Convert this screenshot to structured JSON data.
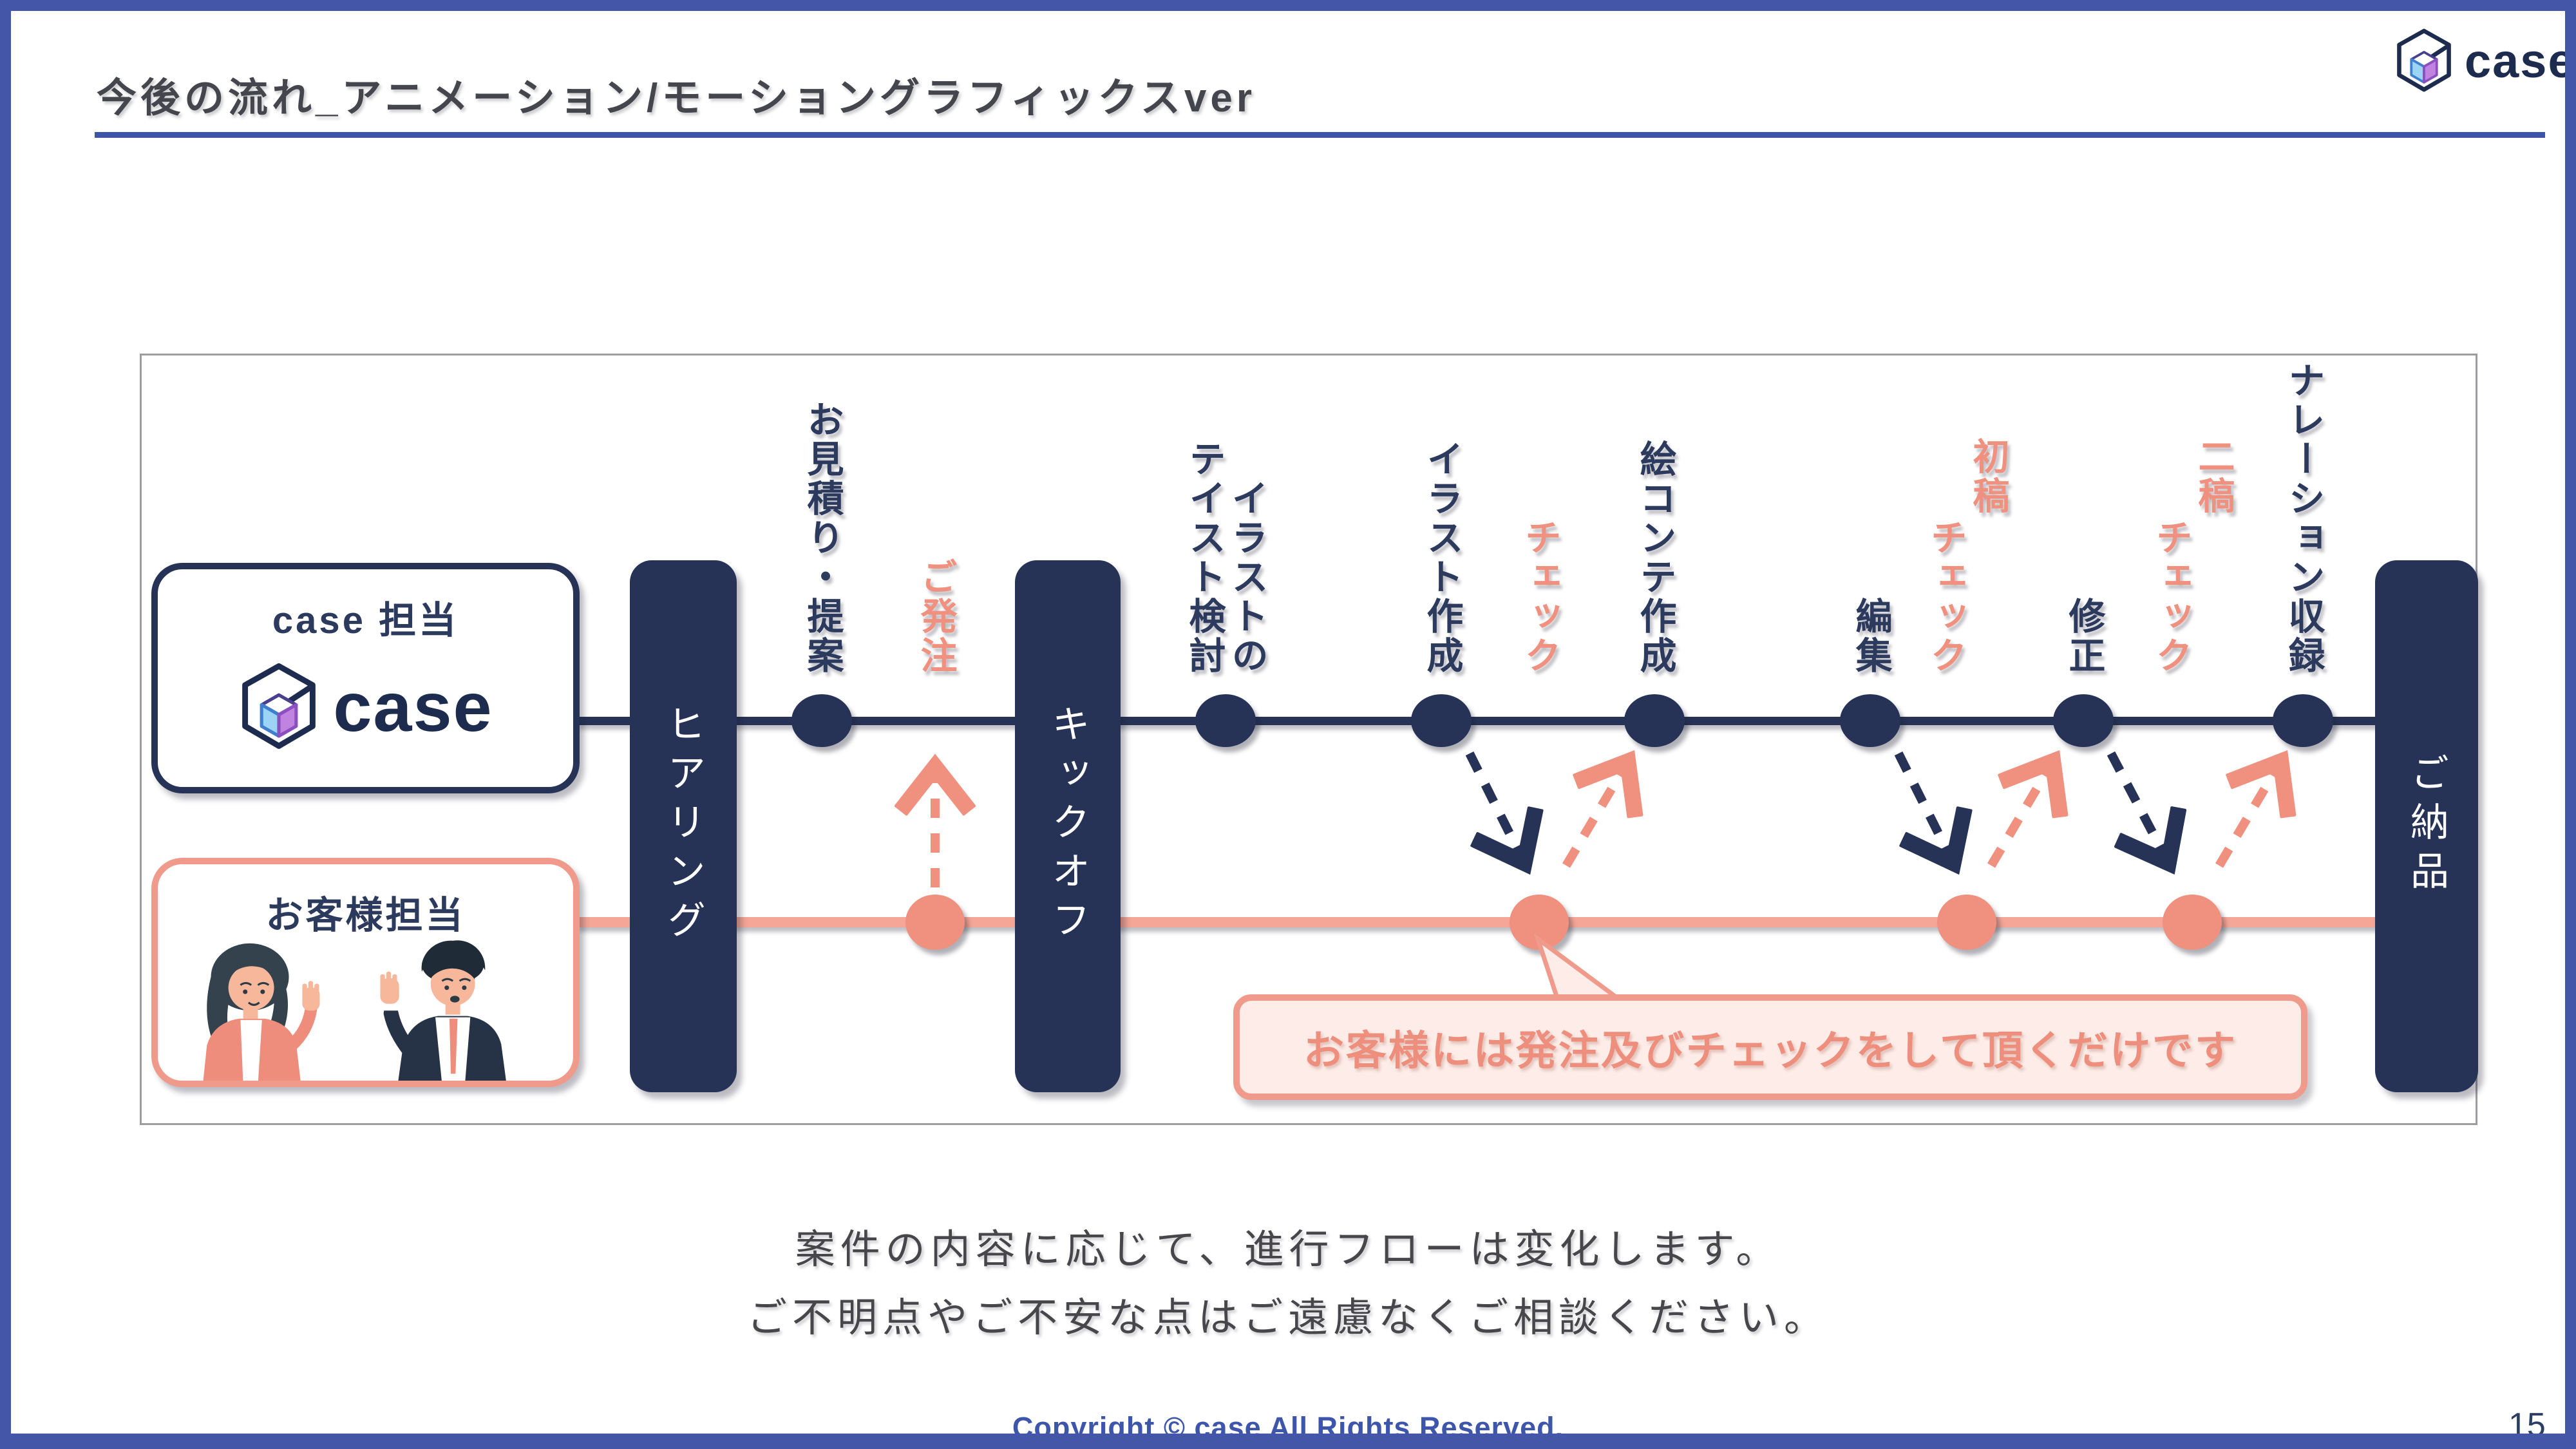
{
  "colors": {
    "border-blue": "#4456a7",
    "underline-blue": "#3c55a8",
    "navy": "#263356",
    "navy-text": "#2c3a5e",
    "salmon": "#f0917f",
    "salmon-line": "#f5a696",
    "salmon-border": "#f09a8b",
    "bubble-fill": "#fdece7",
    "bubble-text": "#ee8e7d",
    "title-text": "#45454d",
    "body-text": "#46464b",
    "copyright-blue": "#3d56ab",
    "page-number": "#2c3f63",
    "box-border-gray": "#9c9ca0",
    "logo-navy": "#1d2c4e",
    "logo-blue": "#9bd4f5",
    "logo-purple": "#c183e0"
  },
  "header": {
    "title": "今後の流れ_アニメーション/モーショングラフィックスver",
    "brand": "case"
  },
  "flow": {
    "lane_case": {
      "label": "case 担当",
      "logo_word": "case"
    },
    "lane_customer": {
      "label": "お客様担当"
    },
    "bars": {
      "hearing": "ヒアリング",
      "kickoff": "キックオフ",
      "delivery": "ご納品"
    },
    "case_steps": {
      "estimate": "お見積り・提案",
      "illust_taste_col1": "イラストの",
      "illust_taste_col2": "テイスト検討",
      "illust_create": "イラスト作成",
      "storyboard": "絵コンテ作成",
      "edit": "編集",
      "fix": "修正",
      "narration": "ナレーション収録"
    },
    "customer_steps": {
      "order": "ご発注",
      "check": "チェック",
      "first_draft_col1": "初稿",
      "first_draft_col2": "チェック",
      "second_draft_col1": "二稿",
      "second_draft_col2": "チェック"
    },
    "bubble": "お客様には発注及びチェックをして頂くだけです"
  },
  "footnote": {
    "line1": "案件の内容に応じて、進行フローは変化します。",
    "line2": "ご不明点やご不安な点はご遠慮なくご相談ください。"
  },
  "footer": {
    "copyright": "Copyright © case All Rights Reserved.",
    "page": "15"
  }
}
